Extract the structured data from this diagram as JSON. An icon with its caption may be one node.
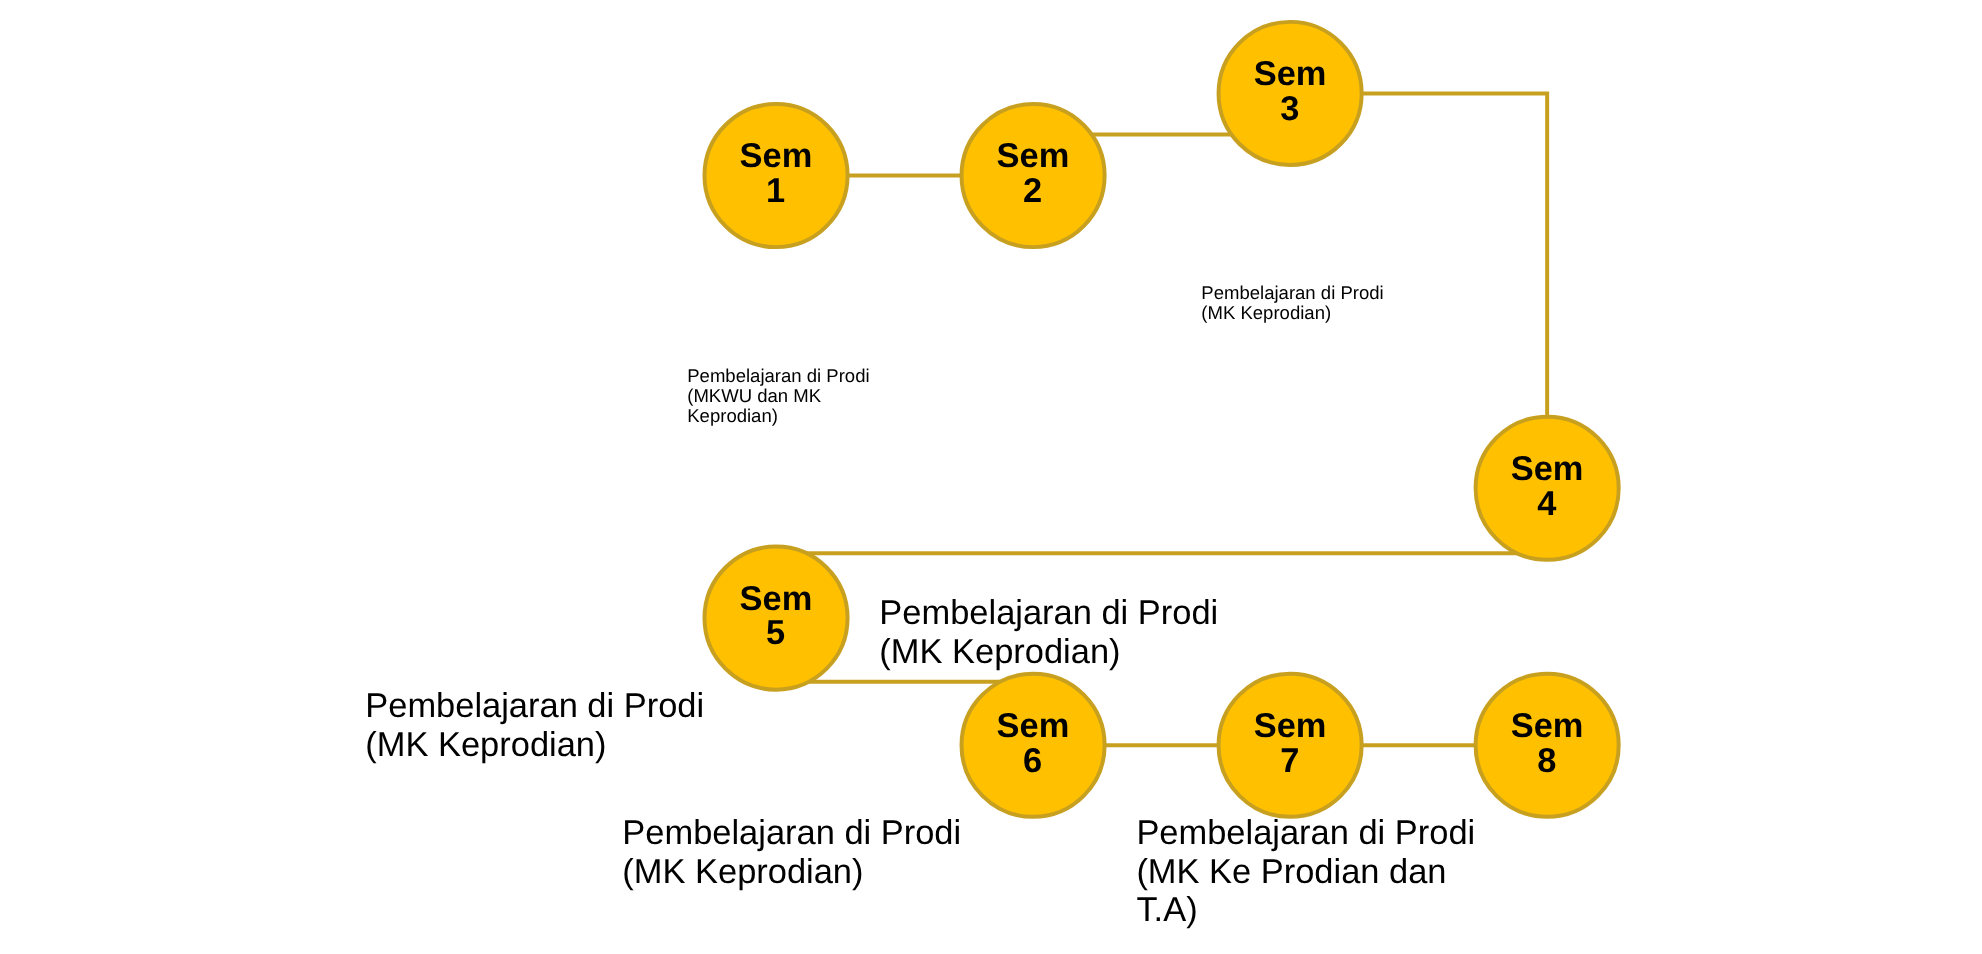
{
  "diagram": {
    "nodes": [
      {
        "text": [
          "Sem 1"
        ]
      },
      {
        "text": [
          "Sem 2"
        ]
      },
      {
        "text": [
          "Sem 3"
        ]
      },
      {
        "text": [
          "Sem 4"
        ]
      },
      {
        "text": [
          "Sem 8"
        ],
        "beside": [
          "Pembelajaran di Prodi (MK Ke Prodian dan T.A)"
        ]
      },
      {
        "text": [
          "Sem 7"
        ],
        "beside": [
          "Pembelajaran di Prodi (MK Keprodian)"
        ]
      },
      {
        "text": [
          "Sem 6"
        ],
        "beside": [
          "Pembelajaran di Prodi (MK Keprodian)"
        ]
      },
      {
        "text": [
          "Sem 5"
        ],
        "beside": [
          "Pembelajaran di Prodi (MK Keprodian)"
        ]
      }
    ],
    "edges": [
      {
        "from": 0,
        "to": 1,
        "arrow": "none"
      },
      {
        "from": 1,
        "to": 2,
        "arrow": "none"
      },
      {
        "from": 2,
        "to": 3,
        "arrow": "none"
      },
      {
        "from": 3,
        "to": 7,
        "arrow": "none"
      },
      {
        "from": 7,
        "to": 6,
        "arrow": "none"
      },
      {
        "from": 6,
        "to": 5,
        "arrow": "none"
      },
      {
        "from": 5,
        "to": 4,
        "arrow": "none"
      }
    ],
    "labels": [
      "Pembelajaran di Prodi (MKWU dan MK Keprodian)",
      "Pembelajaran di Prodi (MK Keprodian)"
    ]
  }
}
